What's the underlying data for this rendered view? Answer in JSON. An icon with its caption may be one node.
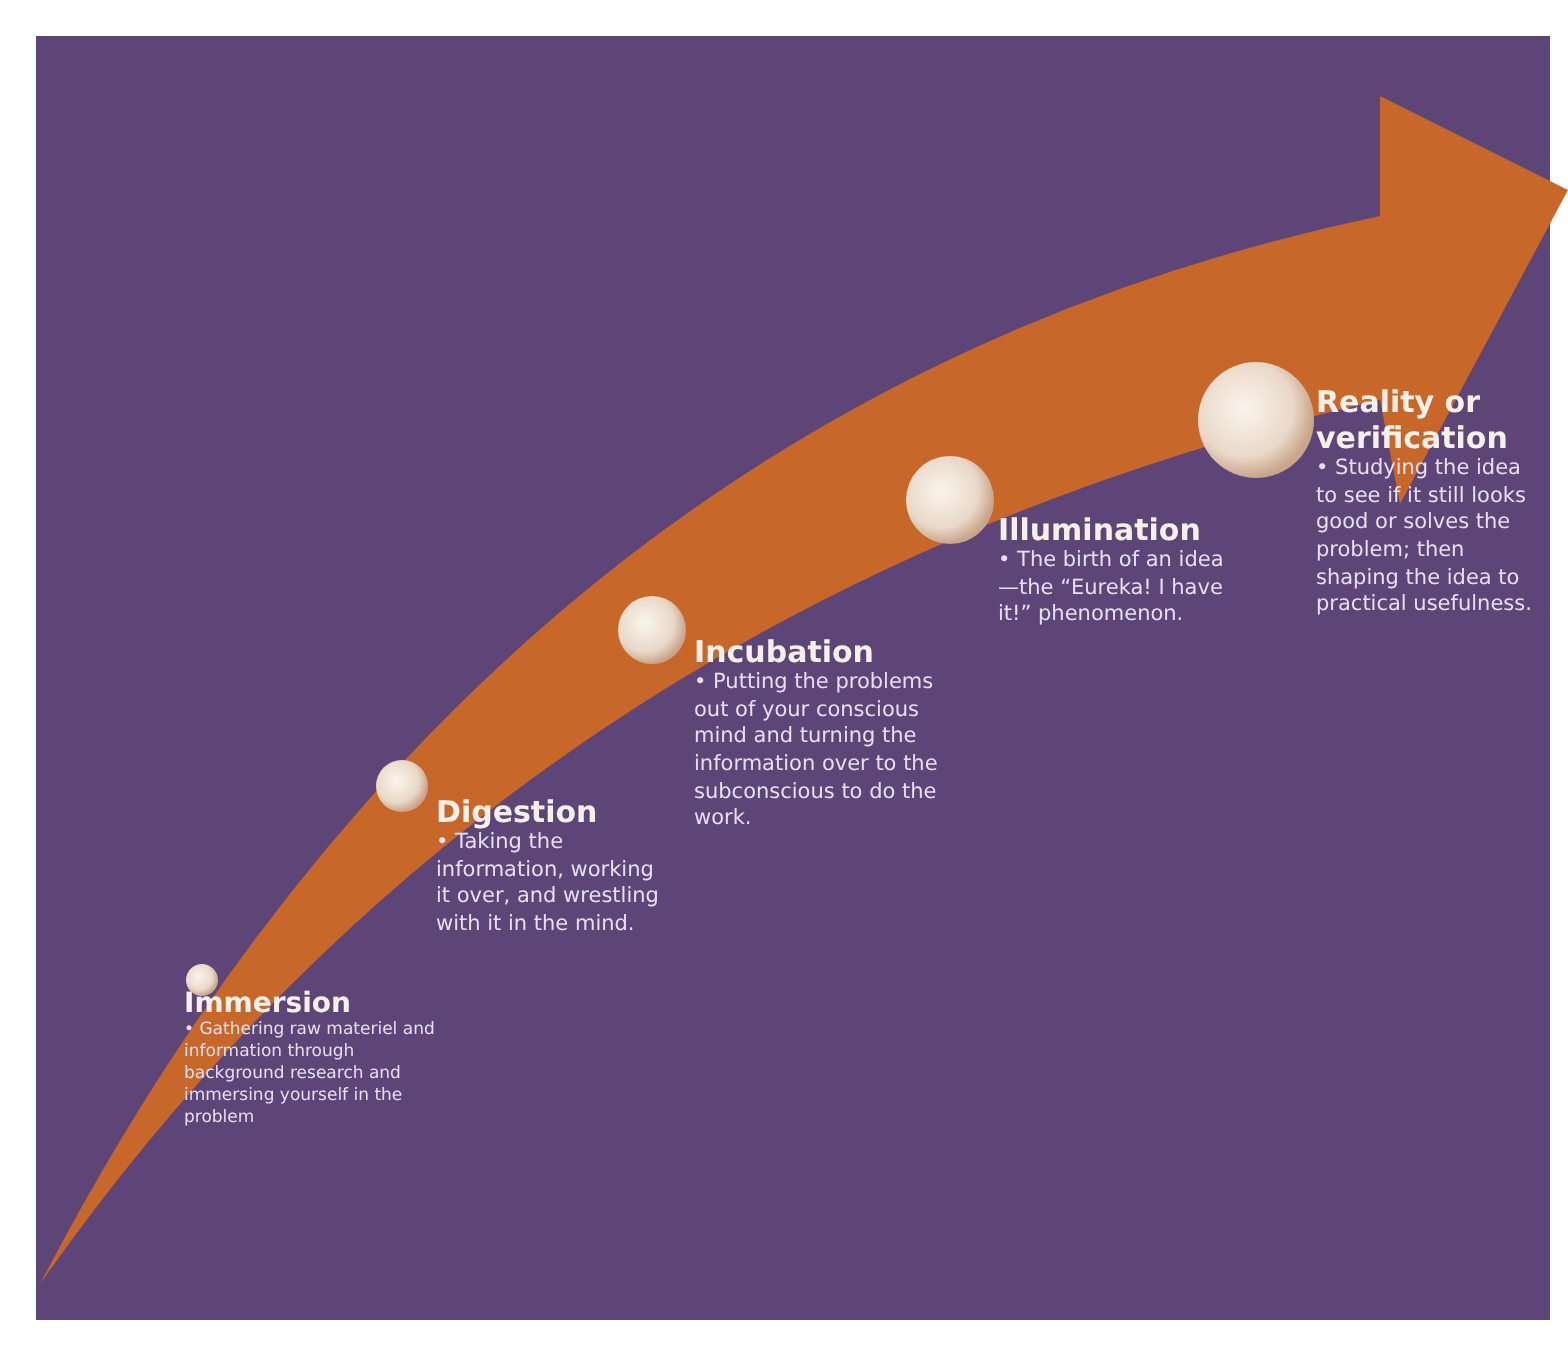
{
  "diagram": {
    "nodes": [
      {
        "text": [
          "Immersion",
          "• Gathering raw materiel and information through background research and immersing yourself in the problem"
        ]
      },
      {
        "text": [
          "Digestion",
          "• Taking the information, working it over, and wrestling with it in the mind."
        ]
      },
      {
        "text": [
          "Incubation",
          "• Putting the problems out of your conscious mind and turning the information over to the subconscious to do the work."
        ]
      },
      {
        "text": [
          "Illumination",
          "• The birth of an idea—the “Eureka! I have it!” phenomenon."
        ]
      },
      {
        "text": [
          "Reality or verification",
          "• Studying the idea to see if it still looks good or solves the problem; then shaping the idea to practical usefulness."
        ]
      }
    ]
  }
}
